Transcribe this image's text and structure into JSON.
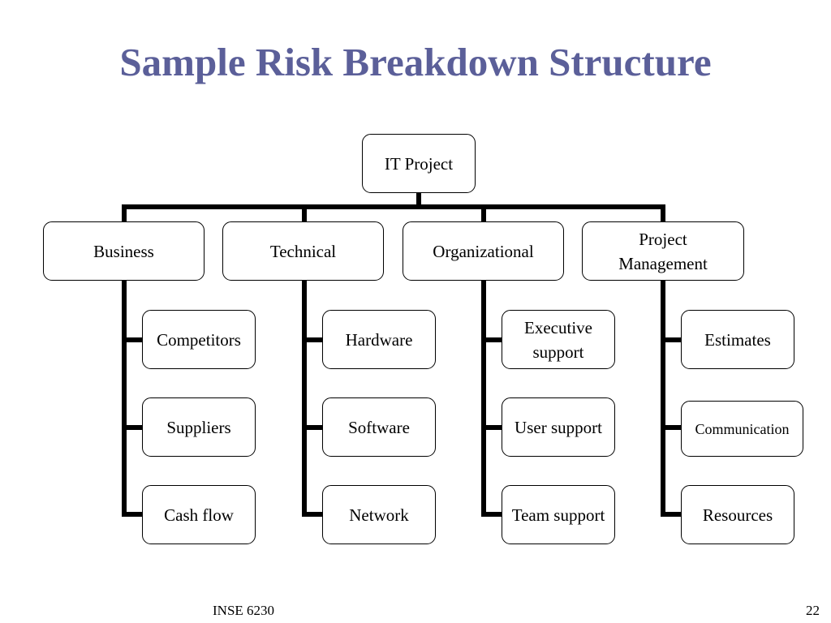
{
  "slide": {
    "title": "Sample Risk Breakdown Structure",
    "footer_left": "INSE 6230",
    "page_number": "22"
  },
  "diagram": {
    "root": "IT Project",
    "categories": [
      {
        "label": "Business",
        "children": [
          "Competitors",
          "Suppliers",
          "Cash flow"
        ]
      },
      {
        "label": "Technical",
        "children": [
          "Hardware",
          "Software",
          "Network"
        ]
      },
      {
        "label": "Organizational",
        "children": [
          "Executive support",
          "User support",
          "Team support"
        ]
      },
      {
        "label": "Project Management",
        "children": [
          "Estimates",
          "Communication",
          "Resources"
        ]
      }
    ]
  }
}
